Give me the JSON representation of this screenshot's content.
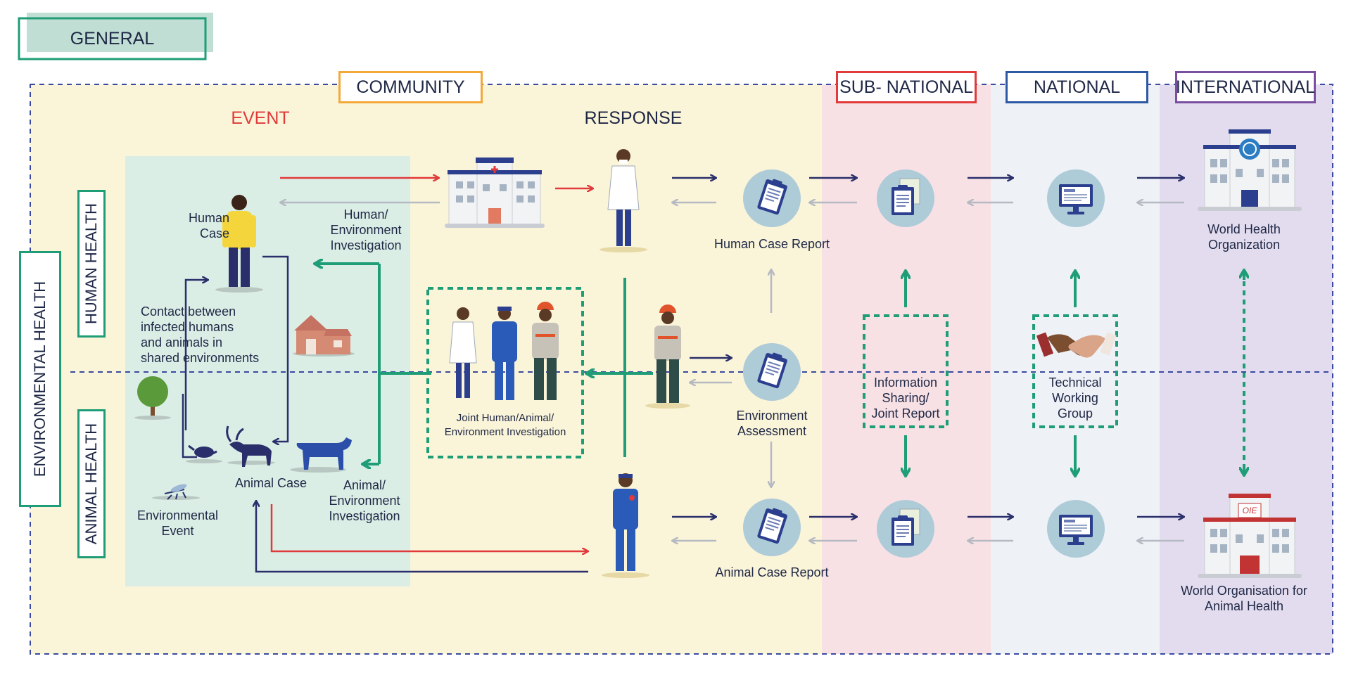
{
  "general_label": "GENERAL",
  "levels": {
    "community": "COMMUNITY",
    "sub_national": "SUB- NATIONAL",
    "national": "NATIONAL",
    "international": "INTERNATIONAL"
  },
  "columns": {
    "event": "EVENT",
    "response": "RESPONSE"
  },
  "side_labels": {
    "environmental_health": "ENVIRONMENTAL HEALTH",
    "human_health": "HUMAN HEALTH",
    "animal_health": "ANIMAL HEALTH"
  },
  "event_labels": {
    "human_case": [
      "Human",
      "Case"
    ],
    "contact": [
      "Contact between",
      "infected humans",
      "and animals in",
      "shared environments"
    ],
    "animal_case": "Animal Case",
    "environmental_event": [
      "Environmental",
      "Event"
    ],
    "human_env_investigation": [
      "Human/",
      "Environment",
      "Investigation"
    ],
    "animal_env_investigation": [
      "Animal/",
      "Environment",
      "Investigation"
    ]
  },
  "joint_investigation": [
    "Joint Human/Animal/",
    "Environment Investigation"
  ],
  "reports": {
    "human_case_report": "Human Case Report",
    "environment_assessment": [
      "Environment",
      "Assessment"
    ],
    "animal_case_report": "Animal Case Report"
  },
  "info_sharing": [
    "Information",
    "Sharing/",
    "Joint Report"
  ],
  "technical_group": [
    "Technical",
    "Working",
    "Group"
  ],
  "international_orgs": {
    "who": [
      "World Health",
      "Organization"
    ],
    "oie": [
      "World Organisation for",
      "Animal Health"
    ],
    "oie_logo_text": "OIE"
  },
  "colors": {
    "community_bg": "#faf4d9",
    "subnational_bg": "#f8e1e5",
    "national_bg": "#eef1f6",
    "international_bg": "#e3dcef",
    "event_panel_bg": "#dbeee6",
    "green": "#1e9d76",
    "navy": "#2a2f6b",
    "red": "#e03a3a",
    "grey_arrow": "#b5b9c2",
    "general_header": "#c0ded4",
    "community_border": "#f2a93a",
    "subnational_border": "#e03a3a",
    "national_border": "#2d58a3",
    "international_border": "#7a4fa0",
    "dashed_border": "#3a4aa0"
  }
}
